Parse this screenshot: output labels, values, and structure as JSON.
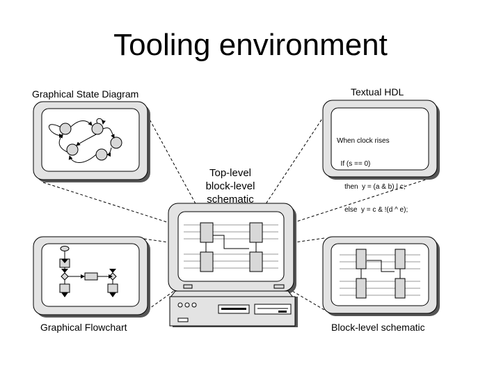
{
  "title": "Tooling environment",
  "labels": {
    "state_diagram": "Graphical State Diagram",
    "textual_hdl": "Textual HDL",
    "top_level_line1": "Top-level",
    "top_level_line2": "block-level",
    "top_level_line3": "schematic",
    "flowchart": "Graphical Flowchart",
    "block_schematic": "Block-level schematic"
  },
  "hdl_code": {
    "line1": "When clock rises",
    "line2": "  If (s == 0)",
    "line3": "    then  y = (a & b) | c;",
    "line4": "    else  y = c & !(d ^ e);"
  }
}
